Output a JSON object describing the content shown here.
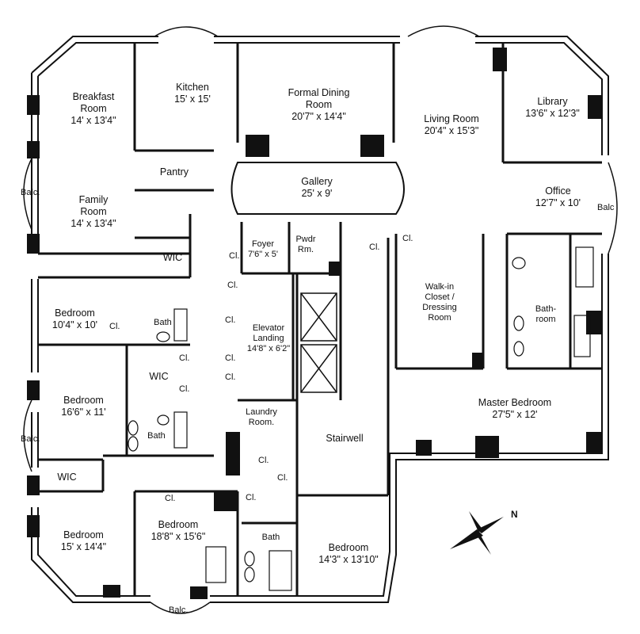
{
  "rooms": {
    "breakfast": {
      "name": "Breakfast\nRoom",
      "dims": "14' x 13'4\""
    },
    "kitchen": {
      "name": "Kitchen",
      "dims": "15' x 15'"
    },
    "formal_dining": {
      "name": "Formal Dining\nRoom",
      "dims": "20'7\" x 14'4\""
    },
    "living": {
      "name": "Living Room",
      "dims": "20'4\" x 15'3\""
    },
    "library": {
      "name": "Library",
      "dims": "13'6\" x 12'3\""
    },
    "pantry": {
      "name": "Pantry"
    },
    "gallery": {
      "name": "Gallery",
      "dims": "25' x 9'"
    },
    "office": {
      "name": "Office",
      "dims": "12'7\" x 10'"
    },
    "family": {
      "name": "Family\nRoom",
      "dims": "14' x 13'4\""
    },
    "foyer": {
      "name": "Foyer",
      "dims": "7'6\" x 5'"
    },
    "powder": {
      "name": "Pwdr\nRm."
    },
    "wic_top": {
      "name": "WIC"
    },
    "walkin": {
      "name": "Walk-in\nCloset /\nDressing\nRoom"
    },
    "bedroom1": {
      "name": "Bedroom",
      "dims": "10'4\" x 10'"
    },
    "bath1": {
      "name": "Bath"
    },
    "elevator": {
      "name": "Elevator\nLanding",
      "dims": "14'8\" x 6'2\""
    },
    "bathroom_master": {
      "name": "Bath-\nroom"
    },
    "wic_mid": {
      "name": "WIC"
    },
    "bedroom2": {
      "name": "Bedroom",
      "dims": "16'6\" x 11'"
    },
    "master": {
      "name": "Master Bedroom",
      "dims": "27'5\" x 12'"
    },
    "laundry": {
      "name": "Laundry\nRoom."
    },
    "bath2": {
      "name": "Bath"
    },
    "stairwell": {
      "name": "Stairwell"
    },
    "wic_low": {
      "name": "WIC"
    },
    "bedroom3": {
      "name": "Bedroom",
      "dims": "15' x 14'4\""
    },
    "bedroom4": {
      "name": "Bedroom",
      "dims": "18'8\" x 15'6\""
    },
    "bath3": {
      "name": "Bath"
    },
    "bedroom5": {
      "name": "Bedroom",
      "dims": "14'3\" x 13'10\""
    }
  },
  "closet_label": "Cl.",
  "balcony_label": "Balc.",
  "balcony_label_short": "Balc",
  "compass": {
    "north": "N"
  }
}
